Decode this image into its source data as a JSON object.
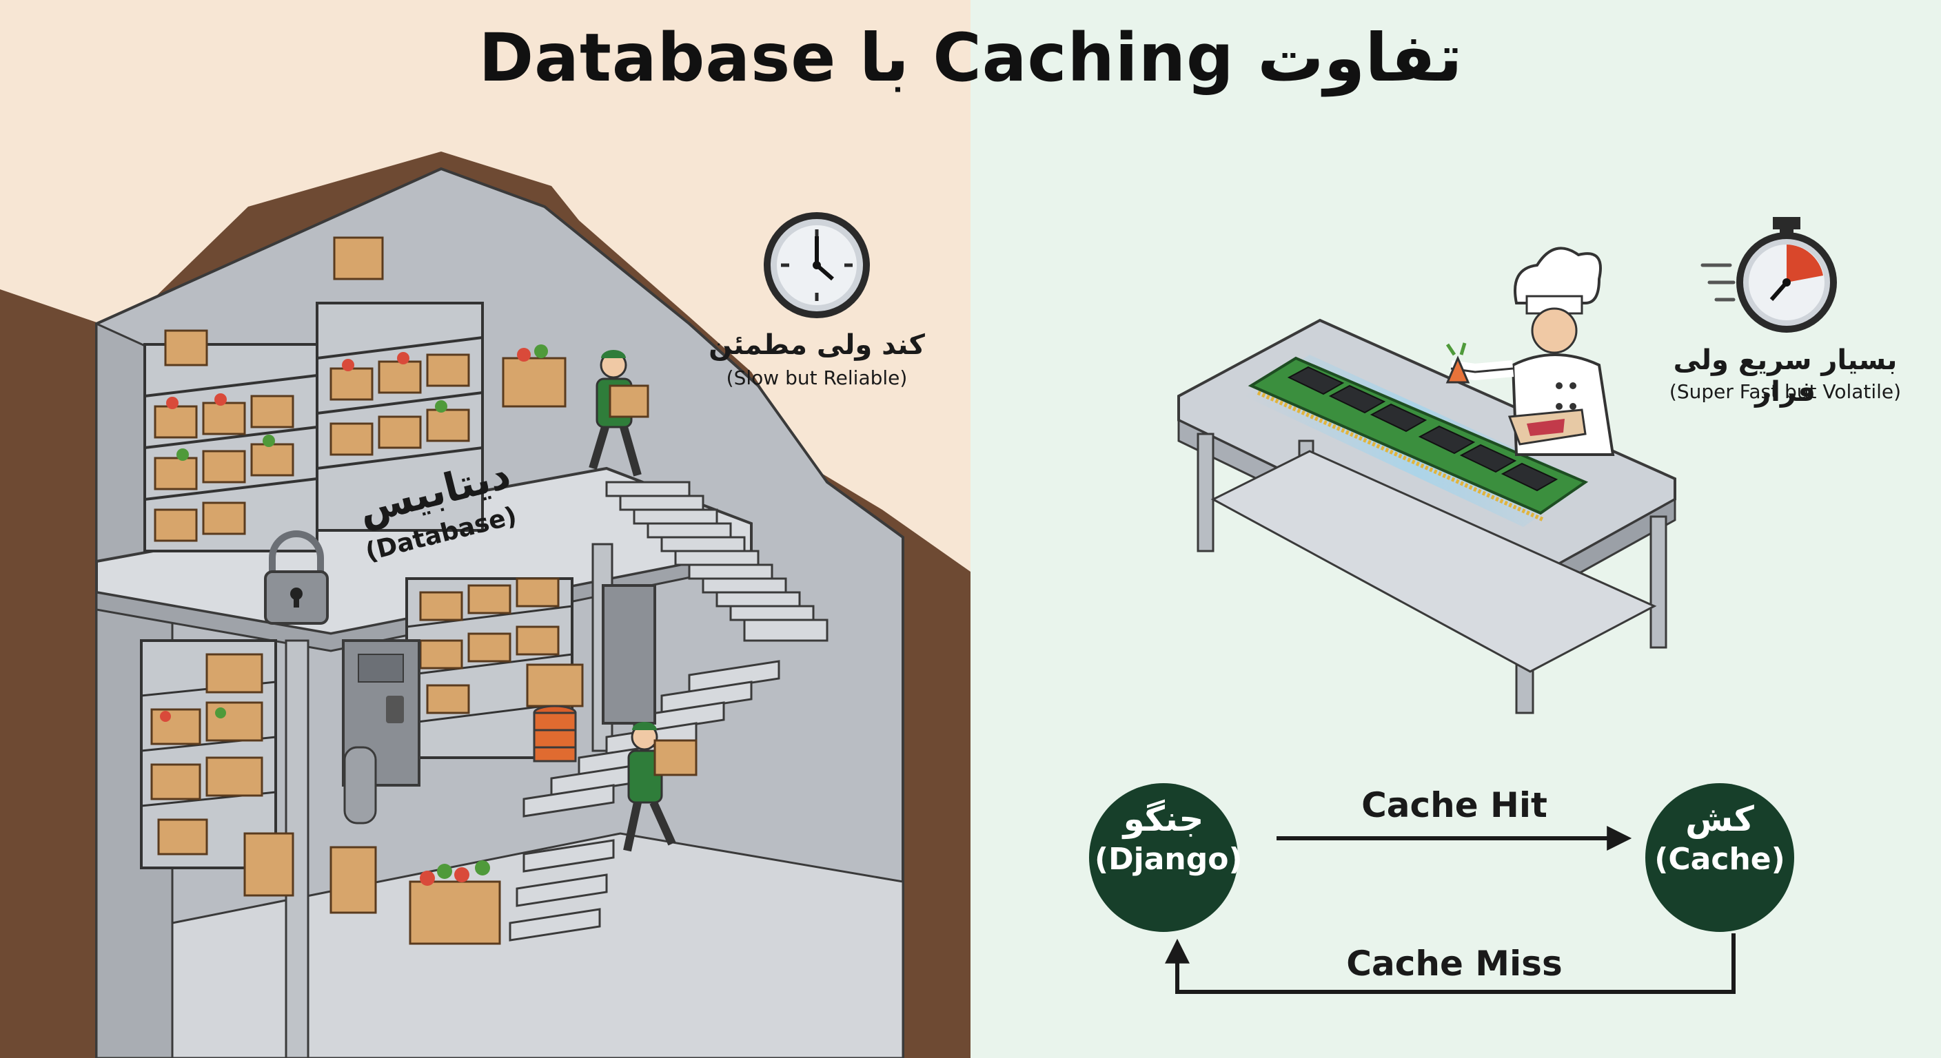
{
  "title": "تفاوت Caching با Database",
  "database": {
    "label_fa": "دیتابیس",
    "label_en": "(Database)",
    "speed_fa": "کند ولی مطمئن",
    "speed_en": "(Slow but Reliable)"
  },
  "cache_side": {
    "speed_fa": "بسیار سریع ولی فرار",
    "speed_en": "(Super Fast but Volatile)"
  },
  "flow": {
    "django_fa": "جنگو",
    "django_en": "(Django)",
    "cache_fa": "کش",
    "cache_en": "(Cache)",
    "hit_label": "Cache Hit",
    "miss_label": "Cache Miss"
  },
  "colors": {
    "left_bg": "#f7e6d4",
    "right_bg": "#e9f4ec",
    "earth": "#6e4a33",
    "concrete": "#c9ccd1",
    "node_green": "#173f2a",
    "pcb_green": "#3b8f3e",
    "worker_green": "#2f7d3a",
    "crate": "#d7a56b",
    "stopwatch_red": "#d9472b"
  },
  "icons": [
    "clock-icon",
    "stopwatch-icon",
    "padlock-icon",
    "ram-module",
    "chef-figure",
    "worker-figure"
  ]
}
